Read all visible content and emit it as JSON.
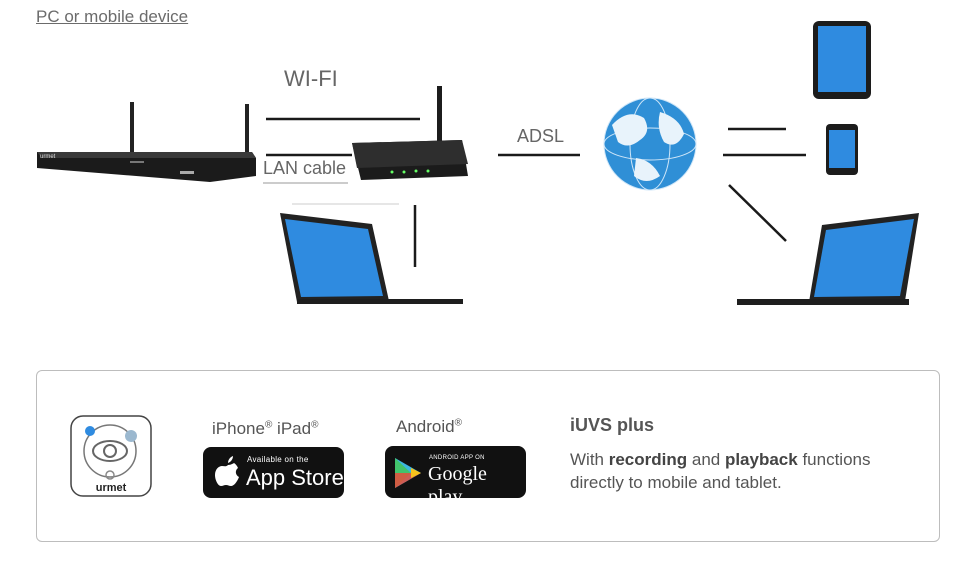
{
  "heading": "PC or mobile device",
  "labels": {
    "wifi": "WI-FI",
    "lan": "LAN cable",
    "adsl": "ADSL"
  },
  "devices": {
    "dvr_brand": "urmet",
    "app_logo_text": "urmet"
  },
  "apps": {
    "platform1": {
      "name1": "iPhone",
      "mark1": "®",
      "name2": "iPad",
      "mark2": "®"
    },
    "platform2": {
      "name": "Android",
      "mark": "®"
    },
    "appstore": {
      "line1": "Available on the",
      "line2": "App Store"
    },
    "googleplay": {
      "line1": "ANDROID APP ON",
      "line2": "Google play"
    }
  },
  "description": {
    "title": "iUVS plus",
    "p1": "With ",
    "bold1": "recording",
    "p2": " and ",
    "bold2": "playback",
    "p3": " functions",
    "line2": "directly to mobile and tablet."
  },
  "colors": {
    "screen": "#2f8be0",
    "dark": "#1c1c1c",
    "line": "#1a1a1a",
    "globe": "#2f8fd6"
  }
}
